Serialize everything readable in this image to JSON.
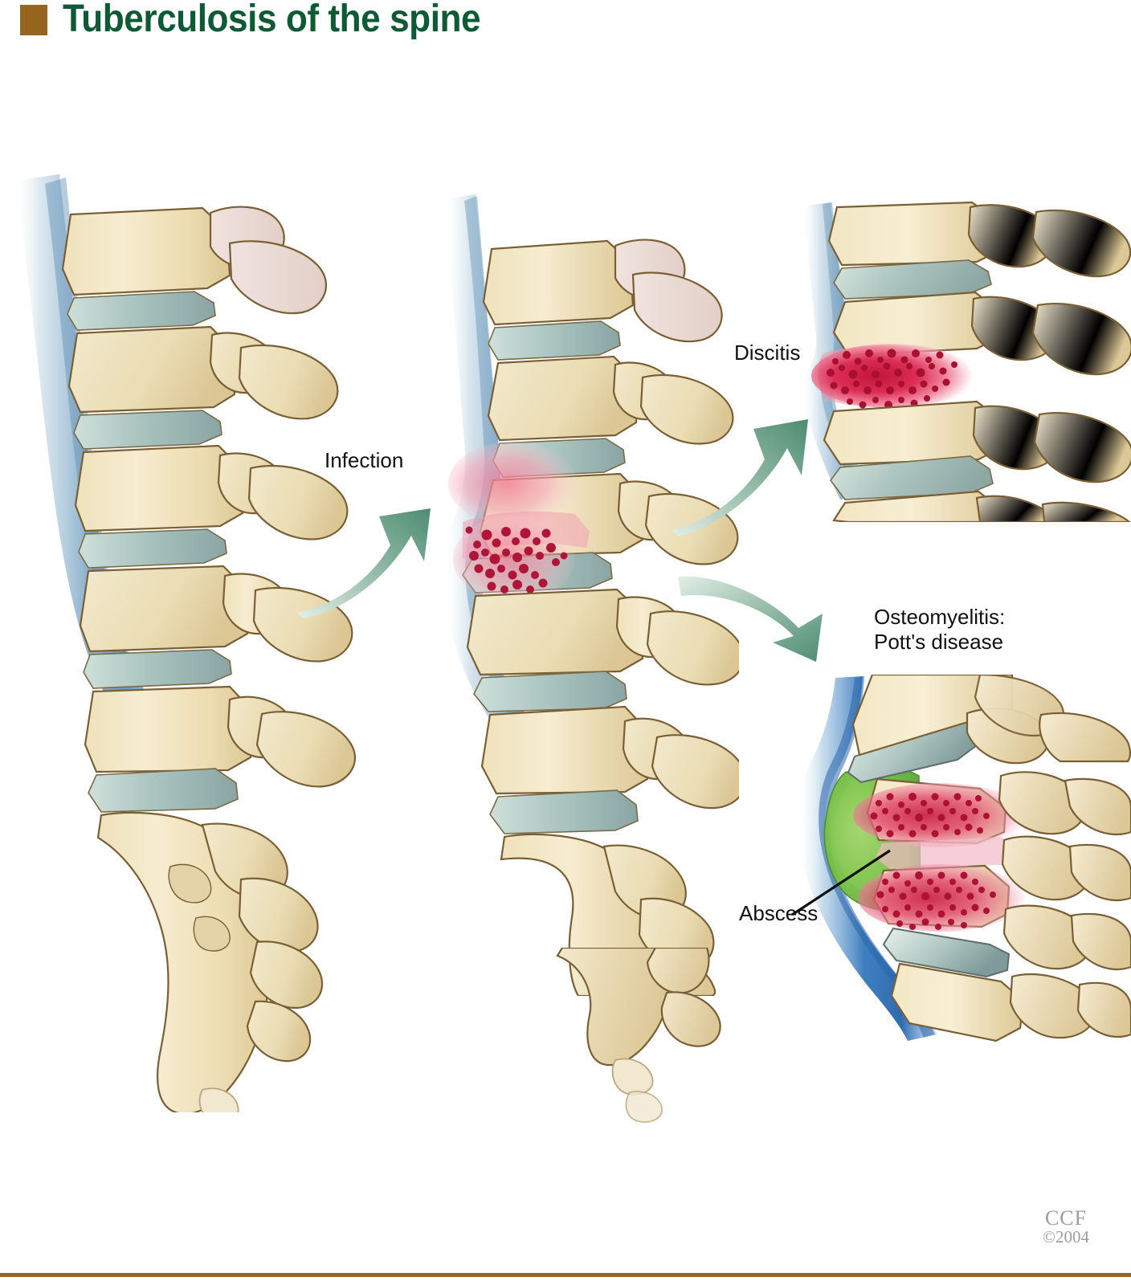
{
  "header": {
    "title": "Tuberculosis of the spine",
    "bullet_color": "#96661e",
    "title_color": "#0d5a34"
  },
  "labels": {
    "infection": "Infection",
    "discitis": "Discitis",
    "osteomyelitis_line1": "Osteomyelitis:",
    "osteomyelitis_line2": "Pott's disease",
    "abscess": "Abscess"
  },
  "credit": {
    "org": "CCF",
    "year": "©2004"
  },
  "palette": {
    "bone": "#f3e7c2",
    "bone_shadow": "#e3d2a4",
    "bone_outline": "#7a5f35",
    "disc": "#bcd0cc",
    "disc_dark": "#8fa8a6",
    "cord_blue": "#9dbdd4",
    "cord_blue_dark": "#4a7fb0",
    "infection_red": "#c0173f",
    "infection_pink": "#ef7e97",
    "abscess_green": "#7fc24a",
    "arrow_green": "#4d8c72",
    "arrow_pale": "#dcebe2",
    "label_text": "#111111",
    "credit_gray": "#9d9d9d",
    "background": "#ffffff"
  },
  "figures": [
    {
      "name": "normal-lumbar-spine",
      "caption": null
    },
    {
      "name": "infected-spine",
      "caption": "Infection"
    },
    {
      "name": "discitis-spine",
      "caption": "Discitis"
    },
    {
      "name": "potts-disease-spine",
      "caption": "Osteomyelitis: Pott's disease"
    }
  ],
  "arrows": [
    {
      "name": "arrow-infection",
      "from": "normal-spine",
      "to": "infected-spine"
    },
    {
      "name": "arrow-discitis",
      "from": "infected-spine",
      "to": "discitis-spine"
    },
    {
      "name": "arrow-osteomyelitis",
      "from": "infected-spine",
      "to": "potts-disease-spine"
    }
  ]
}
